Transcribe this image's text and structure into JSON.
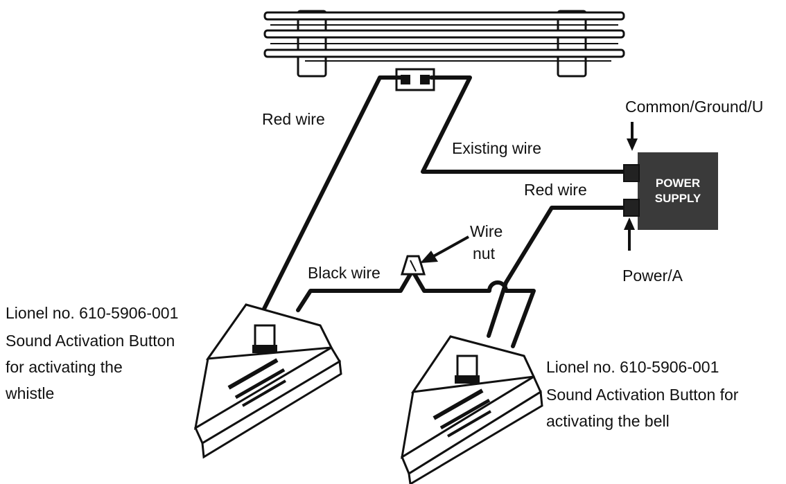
{
  "labels": {
    "red_wire_track": "Red wire",
    "existing_wire": "Existing wire",
    "red_wire_power": "Red wire",
    "wire_nut_line1": "Wire",
    "wire_nut_line2": "nut",
    "black_wire": "Black wire",
    "common_ground": "Common/Ground/U",
    "power_a": "Power/A",
    "power_supply_line1": "POWER",
    "power_supply_line2": "SUPPLY"
  },
  "whistle_button": {
    "line1": "Lionel no. 610-5906-001",
    "line2": "Sound Activation Button",
    "line3": "for activating the",
    "line4": "whistle"
  },
  "bell_button": {
    "line1": "Lionel no. 610-5906-001",
    "line2": "Sound Activation Button for",
    "line3": "activating the bell"
  },
  "colors": {
    "ink": "#111111",
    "power_supply_fill": "#3a3a3a",
    "background": "#ffffff"
  }
}
